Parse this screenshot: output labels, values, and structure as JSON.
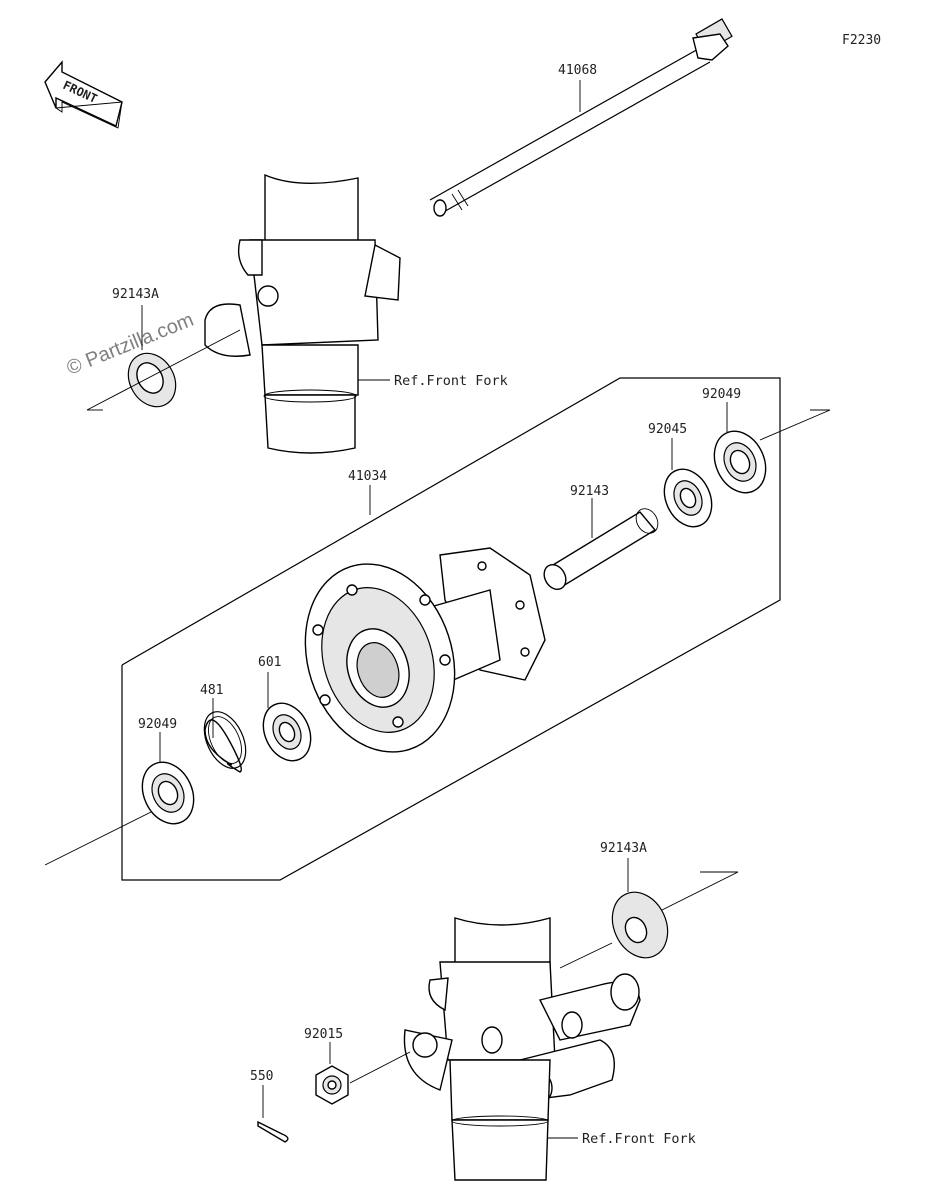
{
  "diagram_code": "F2230",
  "watermark": "© Partzilla.com",
  "front_arrow_label": "FRONT",
  "ref_front_fork_top": "Ref.Front Fork",
  "ref_front_fork_bottom": "Ref.Front Fork",
  "parts": {
    "axle": "41068",
    "collar_top": "92143A",
    "hub": "41034",
    "oil_seal_right": "92049",
    "bearing_right": "92045",
    "spacer": "92143",
    "bearing_left": "601",
    "circlip": "481",
    "oil_seal_left": "92049",
    "collar_bottom": "92143A",
    "axle_nut": "92015",
    "cotter_pin": "550"
  }
}
